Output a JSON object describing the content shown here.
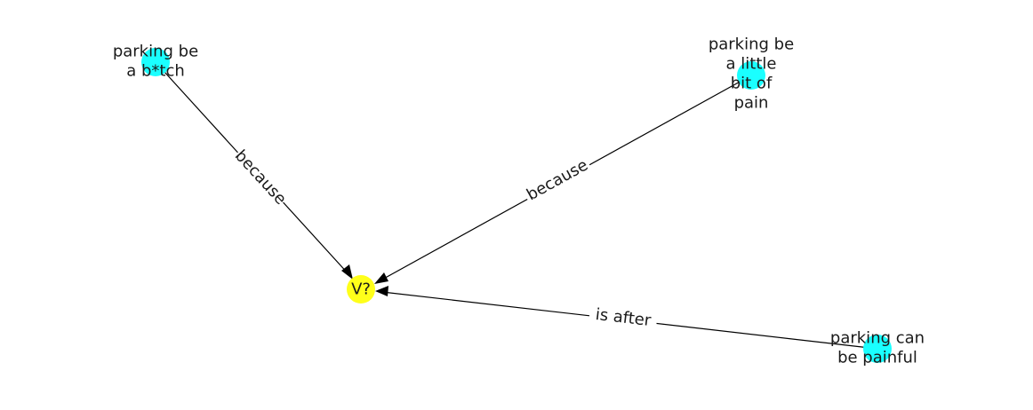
{
  "colors": {
    "target_node": "#ffff1a",
    "source_node": "#1affff",
    "edge": "#000000",
    "text": "#1a1a1a",
    "background": "#ffffff"
  },
  "nodes": {
    "target": {
      "label": "V?"
    },
    "source1": {
      "label_lines": [
        "parking be",
        "a b*tch"
      ]
    },
    "source2": {
      "label_lines": [
        "parking be",
        "a little",
        "bit of",
        "pain"
      ]
    },
    "source3": {
      "label_lines": [
        "parking can",
        "be painful"
      ]
    }
  },
  "edges": {
    "edge1": {
      "label": "because"
    },
    "edge2": {
      "label": "because"
    },
    "edge3": {
      "label": "is after"
    }
  }
}
